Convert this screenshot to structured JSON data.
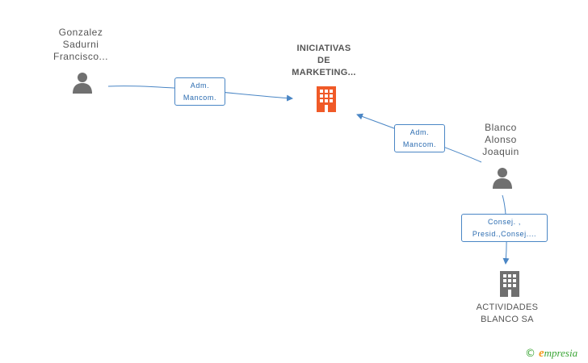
{
  "persons": [
    {
      "id": "gonzalez",
      "name_lines": [
        "Gonzalez",
        "Sadurni",
        "Francisco..."
      ]
    },
    {
      "id": "blanco",
      "name_lines": [
        "Blanco",
        "Alonso",
        "Joaquin"
      ]
    }
  ],
  "companies": [
    {
      "id": "iniciativas",
      "name_lines": [
        "INICIATIVAS",
        "DE",
        "MARKETING..."
      ],
      "color": "#f05a28"
    },
    {
      "id": "actividades",
      "name_lines": [
        "ACTIVIDADES",
        "BLANCO SA"
      ],
      "color": "#707070"
    }
  ],
  "edges": [
    {
      "from": "gonzalez",
      "to": "iniciativas",
      "label_lines": [
        "Adm.",
        "Mancom."
      ]
    },
    {
      "from": "blanco",
      "to": "iniciativas",
      "label_lines": [
        "Adm.",
        "Mancom."
      ]
    },
    {
      "from": "blanco",
      "to": "actividades",
      "label_lines": [
        "Consej. ,",
        "Presid.,Consej...."
      ]
    }
  ],
  "colors": {
    "edge": "#4a86c5",
    "person_icon": "#707070"
  },
  "watermark": {
    "copyright": "©",
    "brand_initial": "e",
    "brand_rest": "mpresia"
  }
}
